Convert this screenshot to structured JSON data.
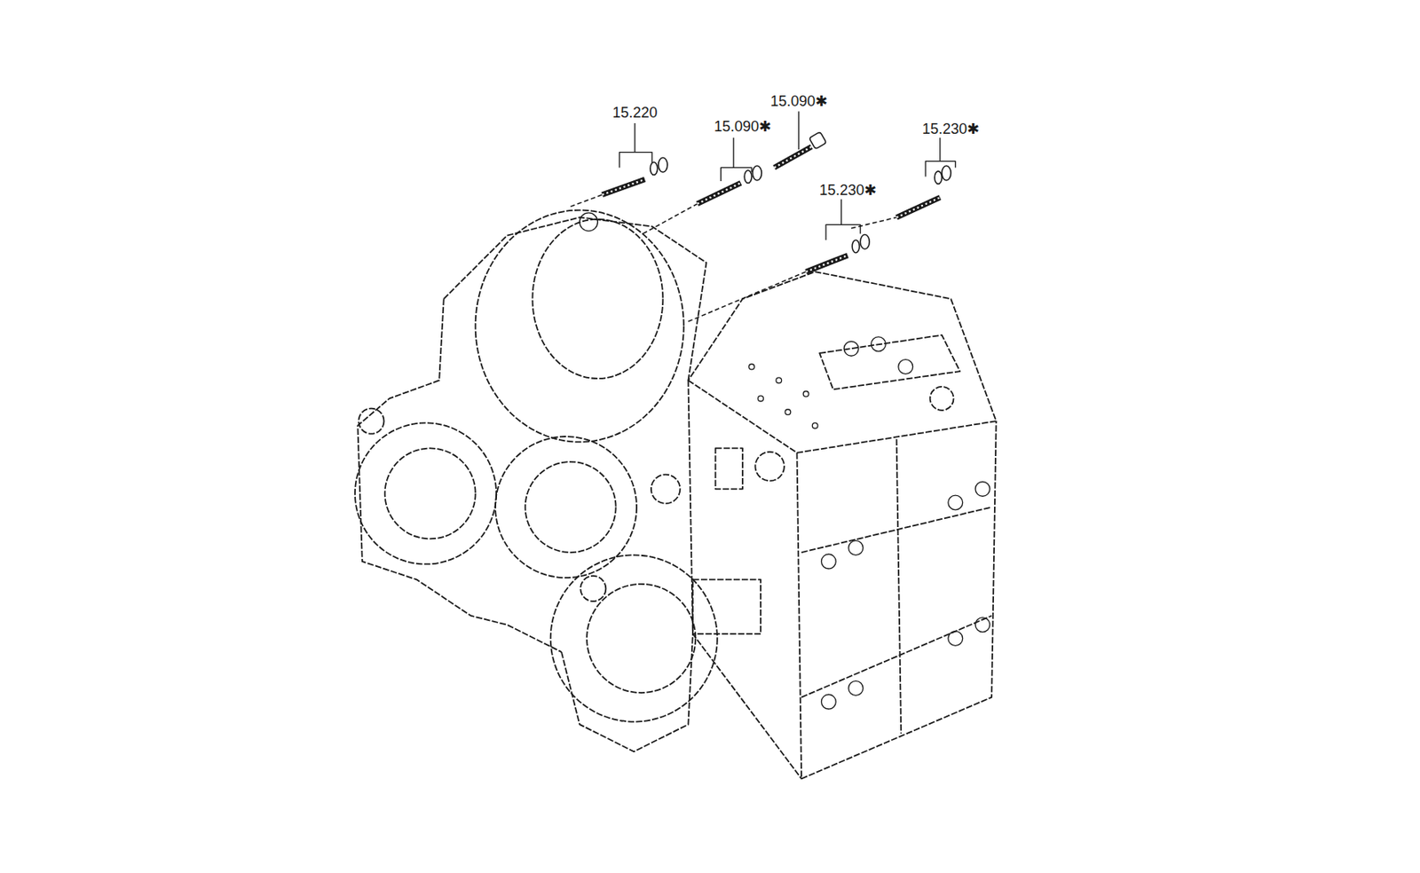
{
  "diagram": {
    "labels": [
      "15.220",
      "15.090✱",
      "15.090✱",
      "15.230✱",
      "15.230✱"
    ]
  }
}
